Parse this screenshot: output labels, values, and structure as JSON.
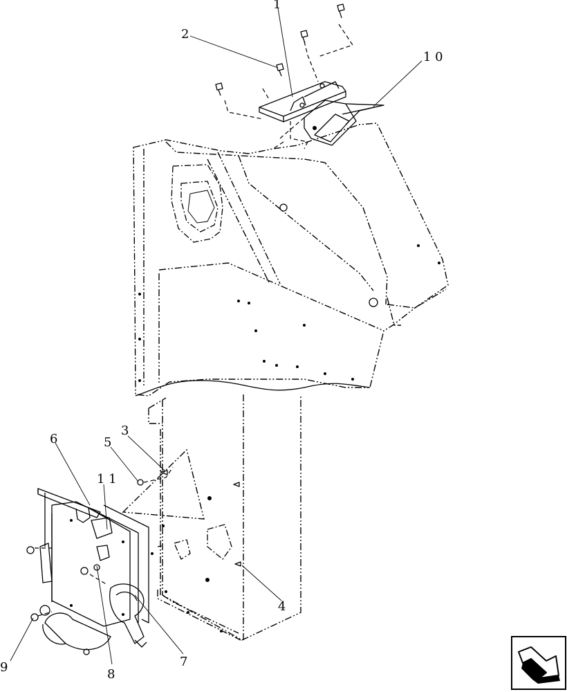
{
  "callouts": [
    {
      "id": "c1",
      "label": "1"
    },
    {
      "id": "c2",
      "label": "2"
    },
    {
      "id": "c3",
      "label": "3"
    },
    {
      "id": "c4",
      "label": "4"
    },
    {
      "id": "c5",
      "label": "5"
    },
    {
      "id": "c6",
      "label": "6"
    },
    {
      "id": "c7",
      "label": "7"
    },
    {
      "id": "c8",
      "label": "8"
    },
    {
      "id": "c9",
      "label": "9"
    },
    {
      "id": "c10",
      "label": "1 0"
    },
    {
      "id": "c11",
      "label": "1 1"
    }
  ],
  "icons": {
    "nav": "next-page-arrow-icon"
  }
}
